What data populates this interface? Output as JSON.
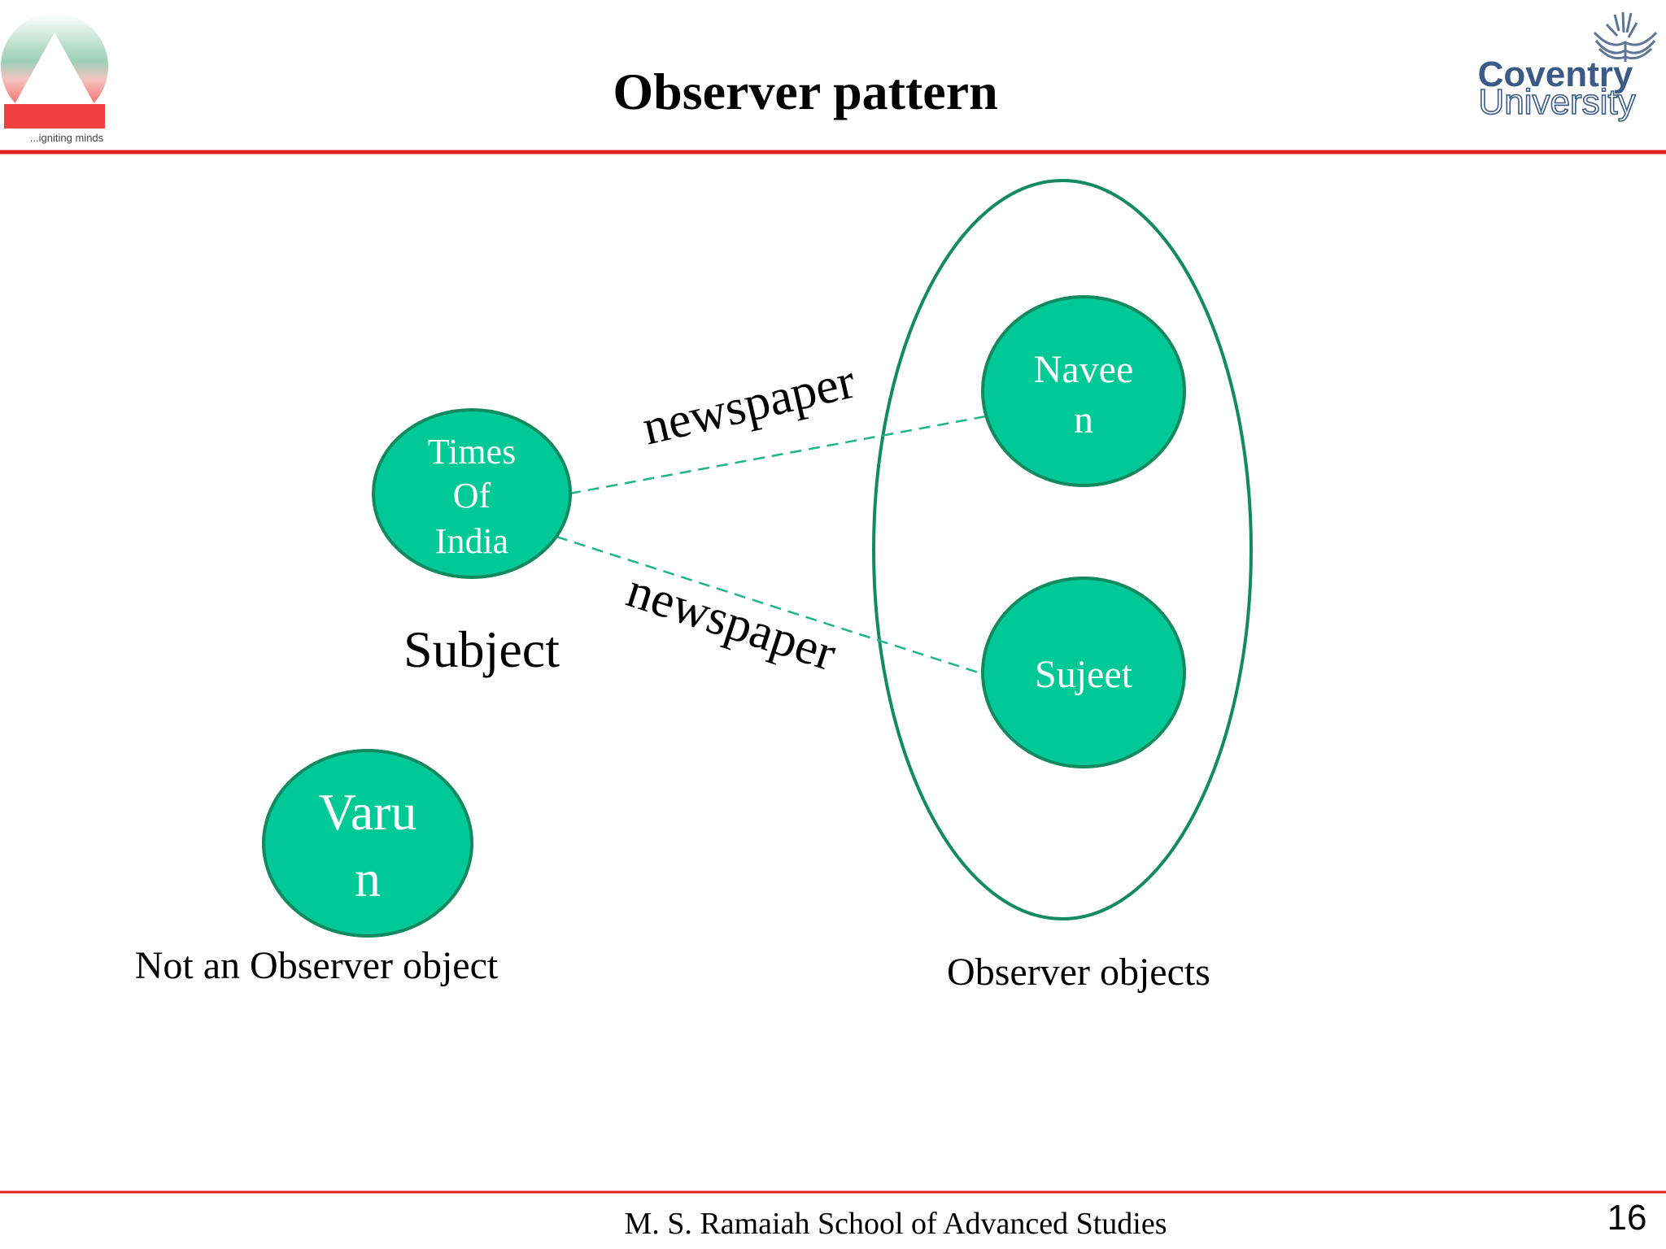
{
  "slide": {
    "title": "Observer pattern",
    "footer": "M. S. Ramaiah School of Advanced Studies",
    "page_number": "16"
  },
  "logos": {
    "left": {
      "tagline": "...igniting minds"
    },
    "right": {
      "line1": "Coventry",
      "line2": "University"
    }
  },
  "diagram": {
    "subject": {
      "lines": [
        "Times",
        "Of",
        "India"
      ],
      "caption": "Subject"
    },
    "observers": [
      {
        "lines": [
          "Navee",
          "n"
        ]
      },
      {
        "lines": [
          "Sujeet"
        ]
      }
    ],
    "group_caption": "Observer objects",
    "non_observer": {
      "lines": [
        "Varu",
        "n"
      ],
      "caption": "Not an Observer object"
    },
    "edge_labels": [
      "newspaper",
      "newspaper"
    ]
  },
  "colors": {
    "node_fill": "#00c896",
    "node_stroke": "#13895f",
    "rule_red": "#e02020",
    "link_dash": "#1fb58a",
    "ellipse_stroke": "#138a63",
    "coventry_blue": "#3b5a85"
  }
}
